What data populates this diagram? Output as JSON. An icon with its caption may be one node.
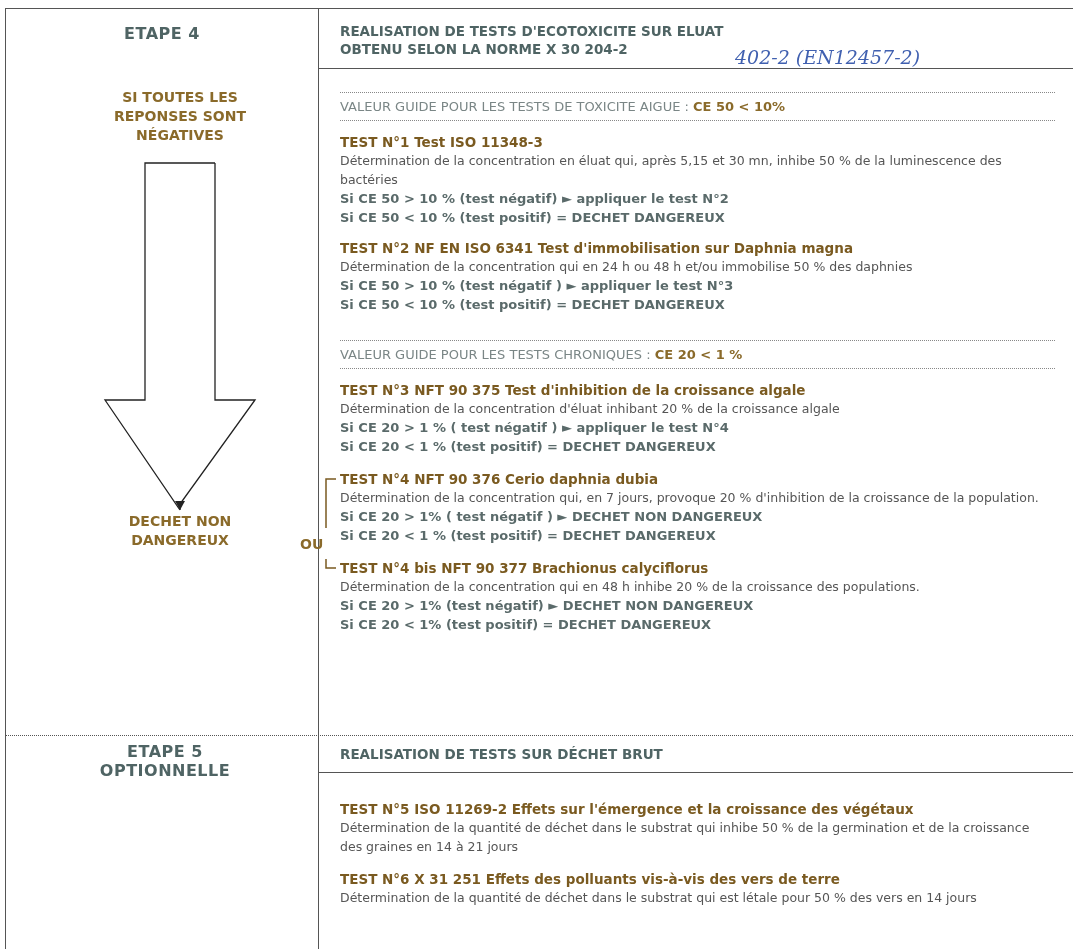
{
  "diagram": {
    "nodes": [
      {
        "text": [
          "SI TOUTES LES REPONSES SONT NÉGATIVES"
        ]
      },
      {
        "text": [
          "DECHET NON DANGEREUX"
        ]
      }
    ],
    "edges": [
      {
        "from": 0,
        "to": 1,
        "arrow": "to"
      }
    ],
    "labels": [
      "ETAPE 4",
      "REALISATION DE TESTS D'ECOTOXICITE SUR ELUAT OBTENU SELON LA NORME X 30 204-2",
      "402-2 (EN12457-2)",
      "VALEUR GUIDE POUR LES TESTS DE TOXICITE AIGUE : **CE 50 < 10%**",
      "TEST N°1 Test ISO 11348-3",
      "Détermination de la concentration en éluat qui, après 5,15 et 30 mn, inhibe 50 % de la luminescence des bactéries",
      "Si CE 50 > 10 % (test négatif) ► appliquer le test N°2",
      "Si CE 50 < 10 % (test positif) = DECHET DANGEREUX",
      "TEST N°2 NF EN ISO 6341 Test d'immobilisation sur Daphnia magna",
      "Détermination de la concentration qui en 24 h ou 48 h et/ou immobilise 50 % des daphnies",
      "Si CE 50 > 10 % (test négatif ) ► appliquer le test N°3",
      "Si CE 50 < 10 % (test positif) = DECHET DANGEREUX",
      "VALEUR GUIDE POUR LES TESTS CHRONIQUES : **CE 20 < 1 %**",
      "TEST N°3 NFT 90 375 Test d'inhibition de la croissance algale",
      "Détermination de la concentration d'éluat inhibant 20 % de la croissance algale",
      "Si CE 20 > 1 % ( test négatif ) ► appliquer le test N°4",
      "Si CE 20 < 1 % (test positif) = DECHET DANGEREUX",
      "TEST N°4 NFT 90 376 Cerio daphnia dubia",
      "Détermination de la concentration qui, en 7 jours, provoque 20 % d'inhibition de la croissance de la population.",
      "Si CE 20 > 1% ( test négatif ) ► DECHET NON DANGEREUX",
      "Si CE 20 < 1 % (test positif) = DECHET DANGEREUX",
      "OU",
      "TEST N°4 bis NFT 90 377 Brachionus calyciflorus",
      "Détermination de la concentration qui en 48 h inhibe 20 % de la croissance des populations.",
      "Si CE 20 > 1% (test négatif) ► DECHET NON DANGEREUX",
      "Si CE 20 < 1% (test positif) = DECHET DANGEREUX",
      "ETAPE 5 OPTIONNELLE",
      "REALISATION DE TESTS SUR DÉCHET BRUT",
      "TEST N°5 ISO 11269-2 Effets sur l'émergence et la croissance des végétaux",
      "Détermination de la quantité de déchet dans le substrat qui inhibe 50 % de la germination et de la croissance des graines en 14 à 21 jours",
      "TEST N°6 X 31 251 Effets des polluants vis-à-vis des vers de terre",
      "Détermination de la quantité de déchet dans le substrat qui est létale pour 50 % des vers en 14 jours"
    ]
  }
}
